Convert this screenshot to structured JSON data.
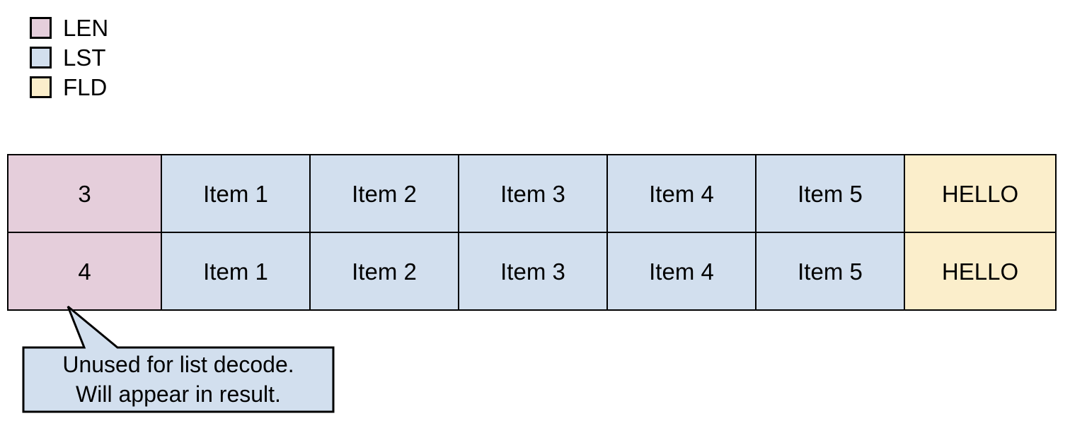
{
  "legend": {
    "items": [
      {
        "label": "LEN",
        "color": "#e5cedb",
        "icon": "legend-swatch-len"
      },
      {
        "label": "LST",
        "color": "#d2dfee",
        "icon": "legend-swatch-lst"
      },
      {
        "label": "FLD",
        "color": "#fbeecb",
        "icon": "legend-swatch-fld"
      }
    ]
  },
  "table": {
    "rows": [
      {
        "len": "3",
        "list": [
          "Item 1",
          "Item 2",
          "Item 3",
          "Item 4",
          "Item 5"
        ],
        "fld": "HELLO"
      },
      {
        "len": "4",
        "list": [
          "Item 1",
          "Item 2",
          "Item 3",
          "Item 4",
          "Item 5"
        ],
        "fld": "HELLO"
      }
    ]
  },
  "callout": {
    "line1": "Unused for list decode.",
    "line2": "Will appear in result.",
    "fill": "#d2dfee",
    "stroke": "#000000"
  },
  "colors": {
    "len": "#e5cedb",
    "lst": "#d2dfee",
    "fld": "#fbeecb",
    "border": "#000000",
    "background": "#ffffff"
  }
}
